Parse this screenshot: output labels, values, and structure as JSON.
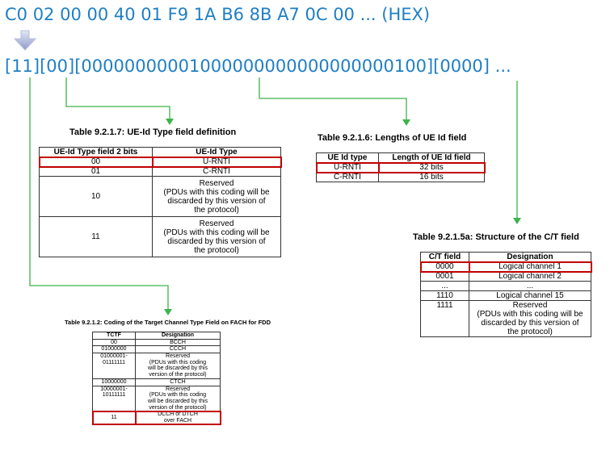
{
  "header": {
    "hex_line": "C0 02 00 00 40 01 F9 1A B6 8B A7 0C 00 ... (HEX)",
    "bits_line": "[11][00][00000000001000000000000000000100][0000] ..."
  },
  "colors": {
    "accent_blue": "#1f7fc4",
    "arrow_green": "#3cb44b",
    "highlight_red": "#c00000"
  },
  "table_ue_id_type": {
    "title": "Table 9.2.1.7: UE-Id Type field definition",
    "headers": [
      "UE-Id Type field 2 bits",
      "UE-Id Type"
    ],
    "rows": [
      {
        "code": "00",
        "desc": "U-RNTI"
      },
      {
        "code": "01",
        "desc": "C-RNTI"
      },
      {
        "code": "10",
        "desc": "Reserved\n(PDUs with this coding will be\ndiscarded by this version of\nthe protocol)"
      },
      {
        "code": "11",
        "desc": "Reserved\n(PDUs with this coding will be\ndiscarded by this version of\nthe protocol)"
      }
    ]
  },
  "table_ue_id_lengths": {
    "title": "Table 9.2.1.6: Lengths of UE Id field",
    "headers": [
      "UE Id type",
      "Length of UE Id field"
    ],
    "rows": [
      {
        "type": "U-RNTI",
        "length": "32 bits"
      },
      {
        "type": "C-RNTI",
        "length": "16 bits"
      }
    ]
  },
  "table_ct_field": {
    "title": "Table 9.2.1.5a: Structure of the C/T field",
    "headers": [
      "C/T field",
      "Designation"
    ],
    "rows": [
      {
        "code": "0000",
        "desc": "Logical channel 1"
      },
      {
        "code": "0001",
        "desc": "Logical channel 2"
      },
      {
        "code": "...",
        "desc": "..."
      },
      {
        "code": "1110",
        "desc": "Logical channel 15"
      },
      {
        "code": "1111",
        "desc": "Reserved\n(PDUs with this coding will be\ndiscarded by this version of\nthe protocol)"
      }
    ]
  },
  "table_tctf": {
    "title": "Table 9.2.1.2: Coding of the Target Channel Type Field on FACH for FDD",
    "headers": [
      "TCTF",
      "Designation"
    ],
    "rows": [
      {
        "code": "00",
        "desc": "BCCH"
      },
      {
        "code": "01000000",
        "desc": "CCCH"
      },
      {
        "code": "01000001-\n01111111",
        "desc": "Reserved\n(PDUs with this coding\nwill be discarded by this\nversion of the protocol)"
      },
      {
        "code": "10000000",
        "desc": "CTCH"
      },
      {
        "code": "10000001-\n10111111",
        "desc": "Reserved\n(PDUs with this coding\nwill be discarded by this\nversion of the protocol)"
      },
      {
        "code": "11",
        "desc": "DCCH or DTCH\nover FACH"
      }
    ]
  }
}
